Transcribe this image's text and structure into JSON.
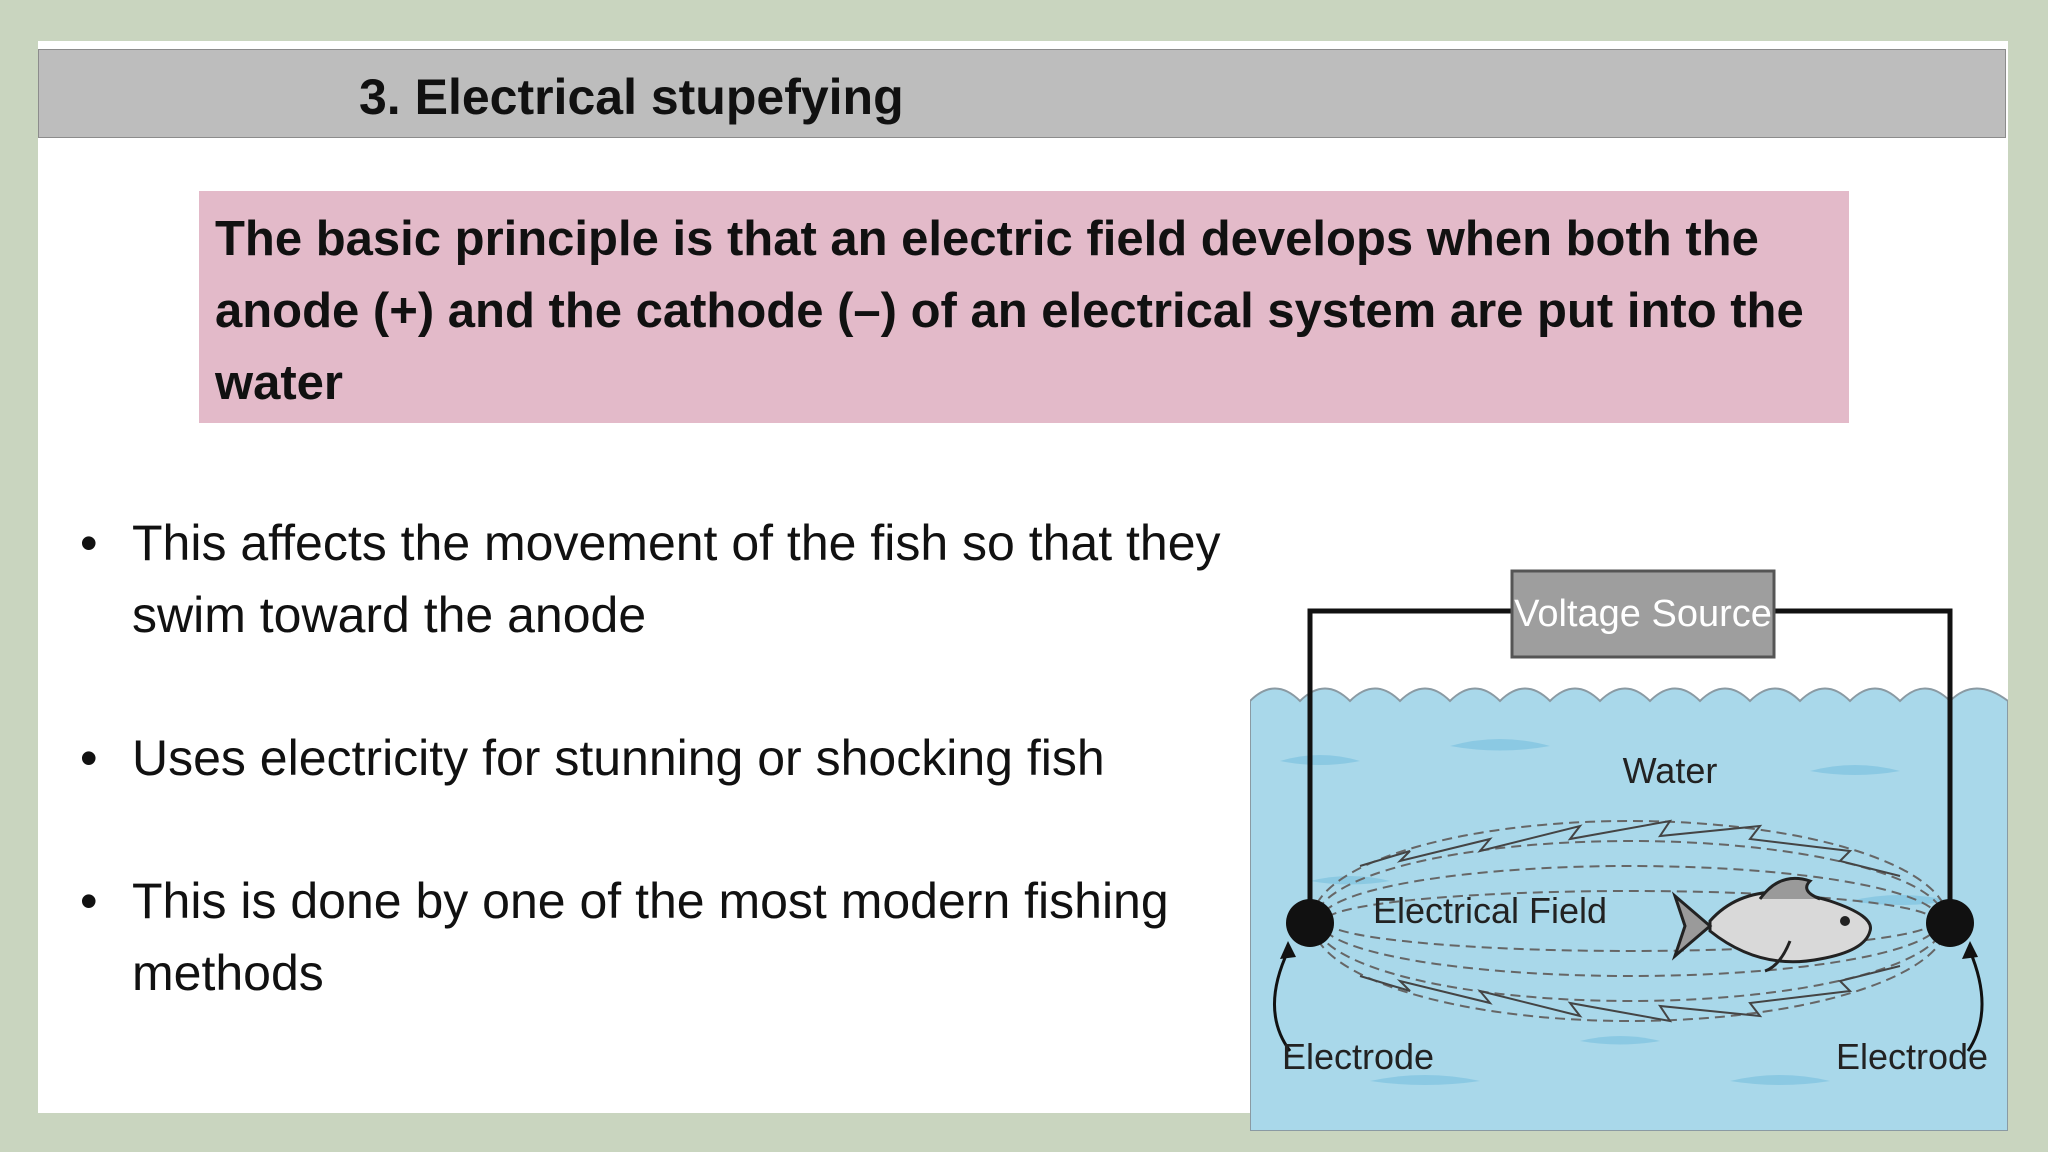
{
  "slide": {
    "title": "3. Electrical stupefying",
    "principle": "The basic principle is that an electric field develops when both the anode (+) and the cathode (–) of an electrical system are put into the water",
    "bullets": [
      "This affects the movement of the fish so that they swim toward the anode",
      "Uses electricity  for stunning or shocking fish",
      "This is done by one of the most modern fishing methods"
    ],
    "bullet_symbol": "•"
  },
  "diagram": {
    "voltage_source_label": "Voltage Source",
    "water_label": "Water",
    "field_label": "Electrical Field",
    "electrode_left_label": "Electrode",
    "electrode_right_label": "Electrode",
    "icons": [
      "fish-icon",
      "electrode-icon"
    ],
    "colors": {
      "water": "#a9d8ea",
      "water_dark": "#7fc3df",
      "voltage_box": "#9e9e9e",
      "wire": "#111111"
    }
  },
  "colors": {
    "background": "#c9d5bf",
    "title_bar": "#bdbdbd",
    "principle_box": "#e3bac9"
  }
}
